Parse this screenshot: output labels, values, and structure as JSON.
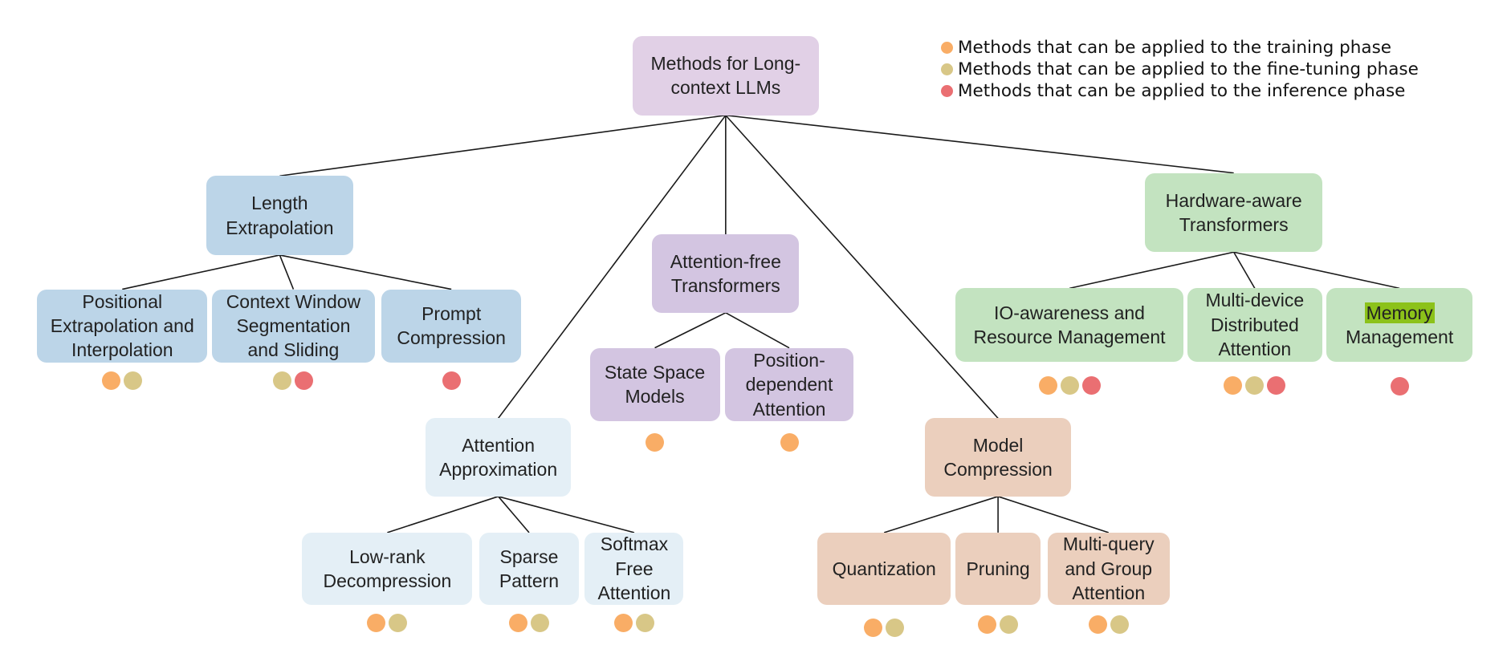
{
  "colors": {
    "training": "#f9ad66",
    "fine_tuning": "#d8c787",
    "inference": "#ea6f72",
    "line": "#1a1a1a"
  },
  "legend": {
    "items": [
      {
        "key": "training",
        "label": "Methods that can be applied to the training phase"
      },
      {
        "key": "fine_tuning",
        "label": "Methods that can be applied to the fine-tuning phase"
      },
      {
        "key": "inference",
        "label": "Methods that can be applied to the inference phase"
      }
    ]
  },
  "nodes": {
    "root": {
      "label": "Methods for Long-\ncontext LLMs",
      "fill": "#e1d0e6"
    },
    "length_extrapolation": {
      "label": "Length\nExtrapolation",
      "fill": "#bcd5e8"
    },
    "positional": {
      "label": "Positional\nExtrapolation and\nInterpolation",
      "fill": "#bcd5e8",
      "phases": [
        "training",
        "fine_tuning"
      ]
    },
    "context_window": {
      "label": "Context Window\nSegmentation\nand Sliding",
      "fill": "#bcd5e8",
      "phases": [
        "fine_tuning",
        "inference"
      ]
    },
    "prompt_compression": {
      "label": "Prompt\nCompression",
      "fill": "#bcd5e8",
      "phases": [
        "inference"
      ]
    },
    "attention_approx": {
      "label": "Attention\nApproximation",
      "fill": "#e4eff6"
    },
    "low_rank": {
      "label": "Low-rank\nDecompression",
      "fill": "#e4eff6",
      "phases": [
        "training",
        "fine_tuning"
      ]
    },
    "sparse": {
      "label": "Sparse\nPattern",
      "fill": "#e4eff6",
      "phases": [
        "training",
        "fine_tuning"
      ]
    },
    "softmax_free": {
      "label": "Softmax\nFree\nAttention",
      "fill": "#e4eff6",
      "phases": [
        "training",
        "fine_tuning"
      ]
    },
    "attention_free": {
      "label": "Attention-free\nTransformers",
      "fill": "#d3c5e1"
    },
    "ssm": {
      "label": "State Space\nModels",
      "fill": "#d3c5e1",
      "phases": [
        "training"
      ]
    },
    "position_dependent": {
      "label": "Position-\ndependent\nAttention",
      "fill": "#d3c5e1",
      "phases": [
        "training"
      ]
    },
    "model_compression": {
      "label": "Model\nCompression",
      "fill": "#ebcfbd"
    },
    "quantization": {
      "label": "Quantization",
      "fill": "#ebcfbd",
      "phases": [
        "training",
        "fine_tuning"
      ]
    },
    "pruning": {
      "label": "Pruning",
      "fill": "#ebcfbd",
      "phases": [
        "training",
        "fine_tuning"
      ]
    },
    "multi_query": {
      "label": "Multi-query\nand Group\nAttention",
      "fill": "#ebcfbd",
      "phases": [
        "training",
        "fine_tuning"
      ]
    },
    "hardware_aware": {
      "label": "Hardware-aware\nTransformers",
      "fill": "#c3e3c0"
    },
    "io_awareness": {
      "label": "IO-awareness and\nResource Management",
      "fill": "#c3e3c0",
      "phases": [
        "training",
        "fine_tuning",
        "inference"
      ]
    },
    "multi_device": {
      "label": "Multi-device\nDistributed\nAttention",
      "fill": "#c3e3c0",
      "phases": [
        "training",
        "fine_tuning",
        "inference"
      ]
    },
    "memory_management": {
      "label_highlight": "Memory",
      "label_rest": "Management",
      "fill": "#c3e3c0",
      "phases": [
        "inference"
      ]
    }
  }
}
